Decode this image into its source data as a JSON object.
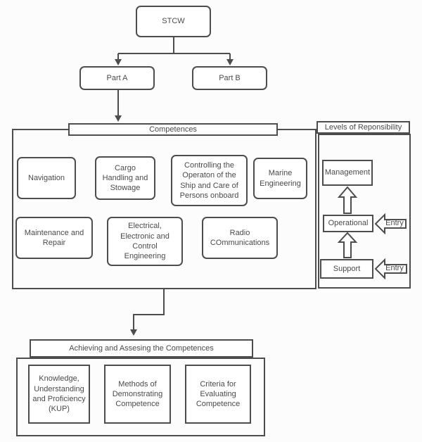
{
  "flowchart": {
    "root_label": "STCW",
    "part_a_label": "Part A",
    "part_b_label": "Part B",
    "competences": {
      "header": "Competences",
      "row1": [
        "Navigation",
        "Cargo Handling and Stowage",
        "Controlling the Operaton of the Ship and Care of Persons onboard",
        "Marine Engineering"
      ],
      "row2": [
        "Maintenance and Repair",
        "Electrical, Electronic and Control Engineering",
        "Radio COmmunications"
      ]
    },
    "responsibility": {
      "header": "Levels of Reponsibility",
      "levels": [
        "Management",
        "Operational",
        "Support"
      ],
      "entry_label": "Entry"
    },
    "achieving": {
      "header": "Achieving and Assesing the Competences",
      "items": [
        "Knowledge, Understanding and Proficiency (KUP)",
        "Methods of Demonstrating Competence",
        "Criteria for Evaluating Competence"
      ]
    },
    "colors": {
      "line": "#4d4d4d",
      "text": "#4a4a4a",
      "box_fill": "#ffffff",
      "background": "#fcfcfc"
    }
  }
}
